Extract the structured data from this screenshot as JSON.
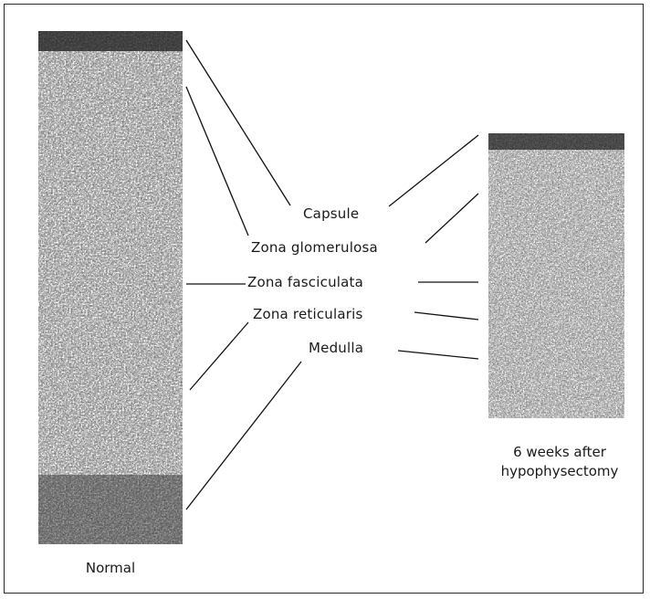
{
  "labels": {
    "capsule": "Capsule",
    "glomerulosa": "Zona glomerulosa",
    "fasciculata": "Zona fasciculata",
    "reticularis": "Zona reticularis",
    "medulla": "Medulla"
  },
  "captions": {
    "normal": "Normal",
    "after_line1": "6 weeks after",
    "after_line2": "hypophysectomy"
  },
  "colors": {
    "tissue_dark": "#151515",
    "tissue_light": "#cfcfcf",
    "line": "#111111"
  }
}
